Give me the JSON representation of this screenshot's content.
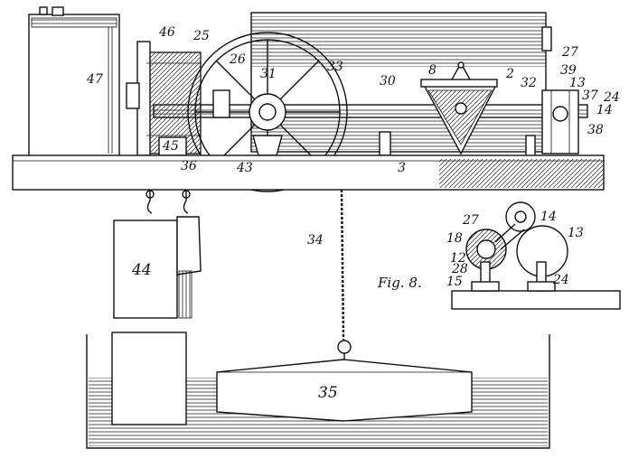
{
  "labels": {
    "n46": "46",
    "n25": "25",
    "n27_top": "27",
    "n47": "47",
    "n26": "26",
    "n31": "31",
    "n33": "33",
    "n30": "30",
    "n8": "8",
    "n2": "2",
    "n39": "39",
    "n13_top": "13",
    "n32": "32",
    "n37": "37",
    "n24": "24",
    "n14_top": "14",
    "n38": "38",
    "n45": "45",
    "n36": "36",
    "n43": "43",
    "n3": "3",
    "n34": "34",
    "n44": "44",
    "n35": "35",
    "n27_fig": "27",
    "n14_fig": "14",
    "n18": "18",
    "n13_fig": "13",
    "n12": "12",
    "n28": "28",
    "n15": "15",
    "n24_fig": "24",
    "fig_caption": "Fig. 8."
  }
}
